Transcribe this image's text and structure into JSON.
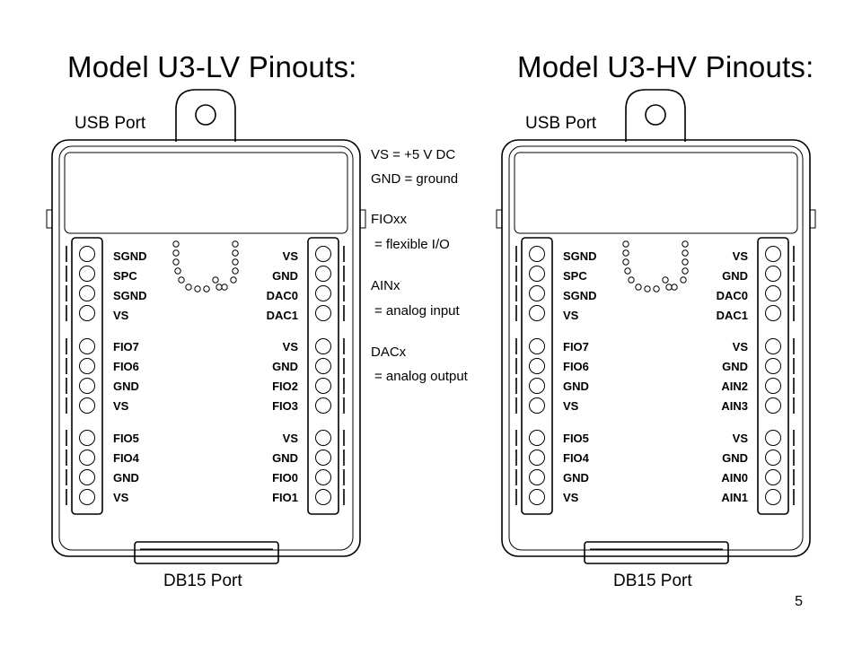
{
  "titles": {
    "lv": "Model U3-LV Pinouts:",
    "hv": "Model U3-HV Pinouts:"
  },
  "ports": {
    "usb_lv": "USB Port",
    "usb_hv": "USB Port",
    "db15_lv": "DB15 Port",
    "db15_hv": "DB15 Port"
  },
  "legend": {
    "vs": "VS = +5 V DC",
    "gnd": "GND = ground",
    "fio_head": "FIOxx",
    "fio_desc": "= flexible I/O",
    "ain_head": "AINx",
    "ain_desc": "= analog input",
    "dac_head": "DACx",
    "dac_desc": "= analog output"
  },
  "lv": {
    "left": [
      "SGND",
      "SPC",
      "SGND",
      "VS",
      "FIO7",
      "FIO6",
      "GND",
      "VS",
      "FIO5",
      "FIO4",
      "GND",
      "VS"
    ],
    "right": [
      "VS",
      "GND",
      "DAC0",
      "DAC1",
      "VS",
      "GND",
      "FIO2",
      "FIO3",
      "VS",
      "GND",
      "FIO0",
      "FIO1"
    ]
  },
  "hv": {
    "left": [
      "SGND",
      "SPC",
      "SGND",
      "VS",
      "FIO7",
      "FIO6",
      "GND",
      "VS",
      "FIO5",
      "FIO4",
      "GND",
      "VS"
    ],
    "right": [
      "VS",
      "GND",
      "DAC0",
      "DAC1",
      "VS",
      "GND",
      "AIN2",
      "AIN3",
      "VS",
      "GND",
      "AIN0",
      "AIN1"
    ]
  },
  "page_number": "5"
}
